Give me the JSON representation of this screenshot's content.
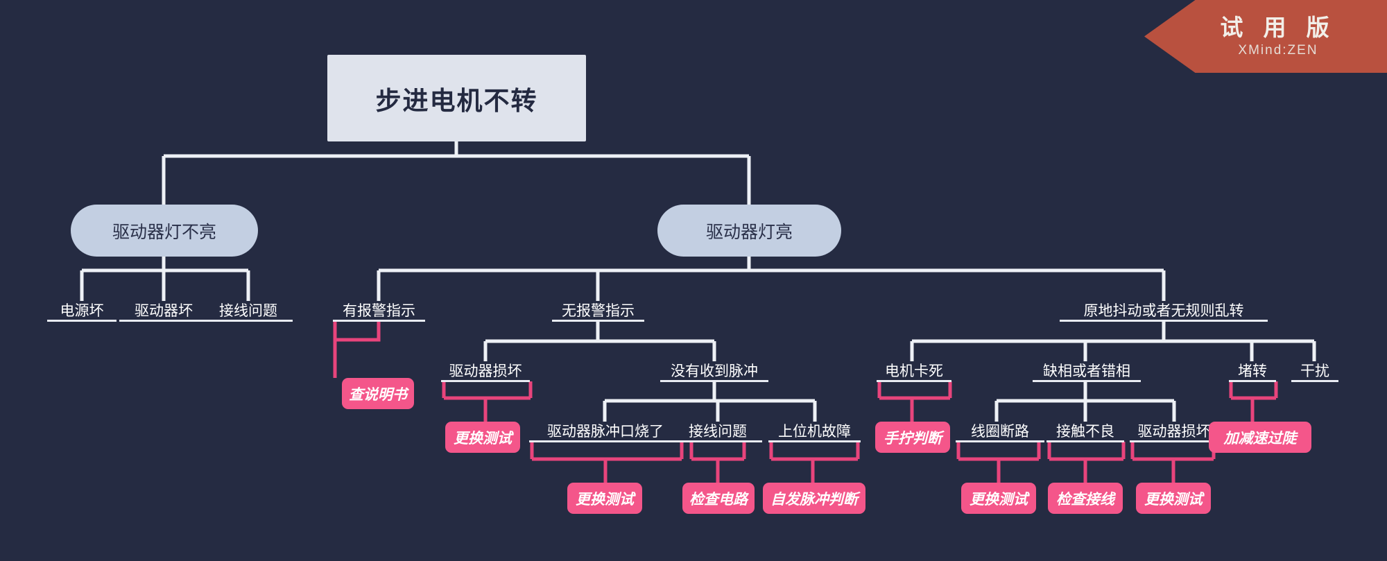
{
  "app": {
    "background_color": "#252b42",
    "banner": {
      "title": "试 用 版",
      "subtitle": "XMind:ZEN",
      "color": "#b9513f"
    }
  },
  "theme": {
    "root_fill": "#dfe3ec",
    "root_text": "#242a41",
    "branch_fill": "#c3cfe2",
    "branch_text": "#2a3049",
    "topic_text": "#ffffff",
    "topic_underline": "#e9ecf3",
    "action_fill": "#f4568a",
    "action_text": "#ffffff",
    "wire_light": "#eef1f6",
    "wire_pink": "#e8447c"
  },
  "mindmap": {
    "root": {
      "id": "root",
      "label": "步进电机不转"
    },
    "branches": [
      {
        "id": "b1",
        "label": "驱动器灯不亮"
      },
      {
        "id": "b2",
        "label": "驱动器灯亮"
      }
    ],
    "topics": [
      {
        "id": "t1",
        "label": "电源坏"
      },
      {
        "id": "t2",
        "label": "驱动器坏"
      },
      {
        "id": "t3",
        "label": "接线问题"
      },
      {
        "id": "t4",
        "label": "有报警指示"
      },
      {
        "id": "t5",
        "label": "无报警指示"
      },
      {
        "id": "t6",
        "label": "原地抖动或者无规则乱转"
      },
      {
        "id": "t7",
        "label": "驱动器损坏"
      },
      {
        "id": "t8",
        "label": "没有收到脉冲"
      },
      {
        "id": "t9",
        "label": "电机卡死"
      },
      {
        "id": "t10",
        "label": "缺相或者错相"
      },
      {
        "id": "t11",
        "label": "堵转"
      },
      {
        "id": "t12",
        "label": "干扰"
      },
      {
        "id": "t13",
        "label": "驱动器脉冲口烧了"
      },
      {
        "id": "t14",
        "label": "接线问题"
      },
      {
        "id": "t15",
        "label": "上位机故障"
      },
      {
        "id": "t16",
        "label": "线圈断路"
      },
      {
        "id": "t17",
        "label": "接触不良"
      },
      {
        "id": "t18",
        "label": "驱动器损坏"
      }
    ],
    "actions": [
      {
        "id": "a1",
        "label": "查说明书"
      },
      {
        "id": "a2",
        "label": "更换测试"
      },
      {
        "id": "a3",
        "label": "更换测试"
      },
      {
        "id": "a4",
        "label": "检查电路"
      },
      {
        "id": "a5",
        "label": "自发脉冲判断"
      },
      {
        "id": "a6",
        "label": "手拧判断"
      },
      {
        "id": "a7",
        "label": "更换测试"
      },
      {
        "id": "a8",
        "label": "检查接线"
      },
      {
        "id": "a9",
        "label": "更换测试"
      },
      {
        "id": "a10",
        "label": "加减速过陡"
      }
    ]
  }
}
